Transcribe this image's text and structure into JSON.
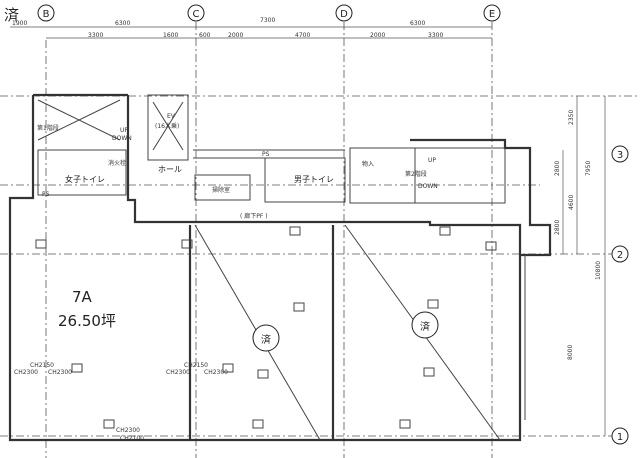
{
  "mark_top": "済",
  "grid_columns": [
    "B",
    "C",
    "D",
    "E"
  ],
  "grid_rows": [
    "3",
    "2",
    "1"
  ],
  "dims_top_upper": [
    "1900",
    "6300",
    "7300",
    "6300"
  ],
  "dims_top_lower": [
    "3300",
    "1600",
    "600",
    "2000",
    "4700",
    "2000",
    "3300"
  ],
  "dims_right": [
    "2350",
    "2800",
    "7950",
    "4600",
    "2800",
    "10800",
    "8000"
  ],
  "rooms": {
    "stair1": "第1階段",
    "up": "UP",
    "down": "DOWN",
    "ev": "EV",
    "ev_cap": "(16人乗)",
    "hydrant": "消火栓",
    "hall": "ホール",
    "women_wc": "女子トイレ",
    "ps": "PS",
    "cleaning": "掃除室",
    "men_wc": "男子トイレ",
    "corridor": "( 廊下PF )",
    "storage": "物入",
    "stair2": "第2階段",
    "up2": "UP",
    "down2": "DOWN"
  },
  "unit": {
    "name": "7A",
    "area": "26.50坪"
  },
  "stamps": [
    "済",
    "済"
  ],
  "ceiling_heights": [
    "CH2150",
    "CH2300",
    "CH2300",
    "CH2150",
    "CH2300",
    "CH2300",
    "CH2300",
    "CH2100"
  ]
}
